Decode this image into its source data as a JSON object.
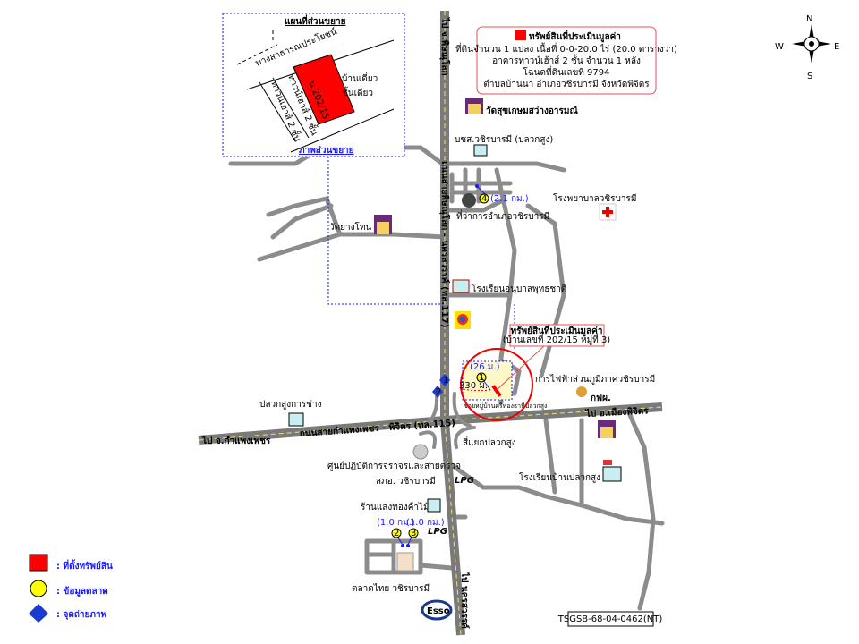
{
  "compass": {
    "n": "N",
    "s": "S",
    "e": "E",
    "w": "W"
  },
  "info_box": {
    "title": "ทรัพย์สินที่ประเมินมูลค่า",
    "lines": [
      "ที่ดินจำนวน 1 แปลง เนื้อที่ 0-0-20.0 ไร่ (20.0 ตารางวา)",
      "อาคารทาวน์เฮ้าส์ 2 ชั้น จำนวน 1 หลัง",
      "โฉนดที่ดินเลขที่ 9794",
      "ตำบลบ้านนา  อำเภอวชิรบารมี  จังหวัดพิจิตร"
    ]
  },
  "inset": {
    "title": "แผนที่ส่วนขยาย",
    "footer": "ภาพส่วนขยาย",
    "public_way": "ทางสาธารณประโยชน์",
    "house_line1": "บ้านเดี่ยว",
    "house_line2": "ชั้นเดียว",
    "townhouse_a": "ทาวน์เฮาส์ 2 ชั้น",
    "townhouse_b": "ทาวน์เฮาส์ 2 ชั้น",
    "plot": "น.202/15"
  },
  "roads": {
    "to_phitsanulok": "ไป จ.พิษณุโลก",
    "hwy117": "ถนนสายพิษณุโลก - นครสวรรค์ (ทล.117)",
    "to_nakhonsawan": "ไป นครสวรรค์",
    "to_kamphaengphet": "ไป จ.กำแพงเพชร",
    "hwy115": "ถนนสายกำแพงเพชร - พิจิตร (ทล.115)",
    "to_mueang_phichit": "ไป อ.เมืองพิจิตร",
    "soi": "ซอยหมู่บ้านศรีทองธานีปลวกสูง"
  },
  "places": {
    "wat_suk": "วัดสุขเกษมสว่างอารมณ์",
    "bank": "บชส.วชิรบารมี (ปลวกสูง)",
    "district_office": "ที่ว่าการอำเภอวชิรบารมี",
    "hospital": "โรงพยาบาลวชิรบารมี",
    "wat_yang": "วัดยางโทน",
    "kindergarten": "โรงเรียนอนุบาลพุทธชาติ",
    "pea": "การไฟฟ้าส่วนภูมิภาควชิรบารมี",
    "pea_logo": "กฟผ.",
    "garage": "ปลวกสูงการช่าง",
    "junction": "สี่แยกปลวกสูง",
    "police_line1": "ศูนย์ปฏิบัติการจราจรและสายตรวจ",
    "police_line2": "สภอ. วชิรบารมี",
    "school": "โรงเรียนบ้านปลวกสูง",
    "timber": "ร้านแสงทองค้าไม้",
    "market": "ตลาดไทย วชิรบารมี",
    "esso": "Esso",
    "lpg1": "LPG",
    "lpg2": "LPG"
  },
  "subject_callout": {
    "title": "ทรัพย์สินที่ประเมินมูลค่า",
    "address": "(บ้านเลขที่ 202/15 หมู่ที่ 3)"
  },
  "markers": {
    "m1": {
      "num": "1",
      "dist": "(26 ม.)"
    },
    "m2": {
      "num": "2",
      "dist": "(1.0 กม.)"
    },
    "m3": {
      "num": "3",
      "dist": "(1.0 กม.)"
    },
    "m4": {
      "num": "4",
      "dist": "(2.1 กม.)"
    },
    "soi_distance": "330 ม.",
    "photo1": "1",
    "photo2": "2"
  },
  "legend": {
    "property": ": ที่ตั้งทรัพย์สิน",
    "market_data": ": ข้อมูลตลาด",
    "photo_point": ": จุดถ่ายภาพ"
  },
  "reference_code": "TSGSB-68-04-0462(NT)"
}
